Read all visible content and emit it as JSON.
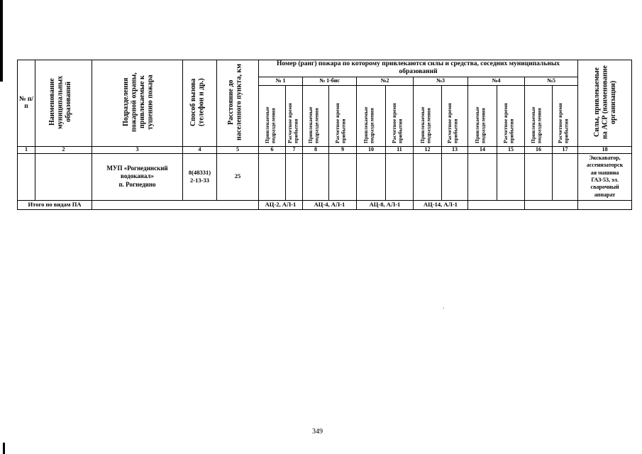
{
  "header": {
    "np": "№ п/п",
    "municipalities": "Наименование муниципальных образований",
    "fire_units": "Подразделения пожарной охраны, привлекаемые к тушению пожара",
    "call_method": "Способ вызова (телефон и др.)",
    "distance": "Расстояние до населенного пункта, км",
    "rank_group": "Номер (ранг) пожара по которому привлекаются силы и средства, соседних муниципальных образований",
    "asr_forces": "Силы, привлекаемые на АСР (наименование организации)",
    "ranks": [
      "№ 1",
      "№ 1-бис",
      "№2",
      "№3",
      "№4",
      "№5"
    ],
    "sub_units": "Привлекаемые подразделения",
    "sub_time": "Расчетное время прибытия"
  },
  "column_numbers": [
    "1",
    "2",
    "3",
    "4",
    "5",
    "6",
    "7",
    "8",
    "9",
    "10",
    "11",
    "12",
    "13",
    "14",
    "15",
    "16",
    "17",
    "18"
  ],
  "row": {
    "np": "",
    "municipality": "",
    "org_lines": [
      "МУП «Рогнединский",
      "водоканал»",
      "п. Рогнедино"
    ],
    "phone_lines": [
      "8(48331)",
      "2-13-33"
    ],
    "distance": "25",
    "asr_lines": [
      "Экскаватор,",
      "ассенизаторск",
      "ая машина",
      "ГАЗ-53, эл.",
      "сварочный",
      "аппарат"
    ]
  },
  "footer": {
    "label": "Итого по видам ПА",
    "rank1": "АЦ-2, АЛ-1",
    "rank1bis": "АЦ-4, АЛ-1",
    "rank2": "АЦ-8, АЛ-1",
    "rank3": "АЦ-14, АЛ-1"
  },
  "page_number": "349"
}
